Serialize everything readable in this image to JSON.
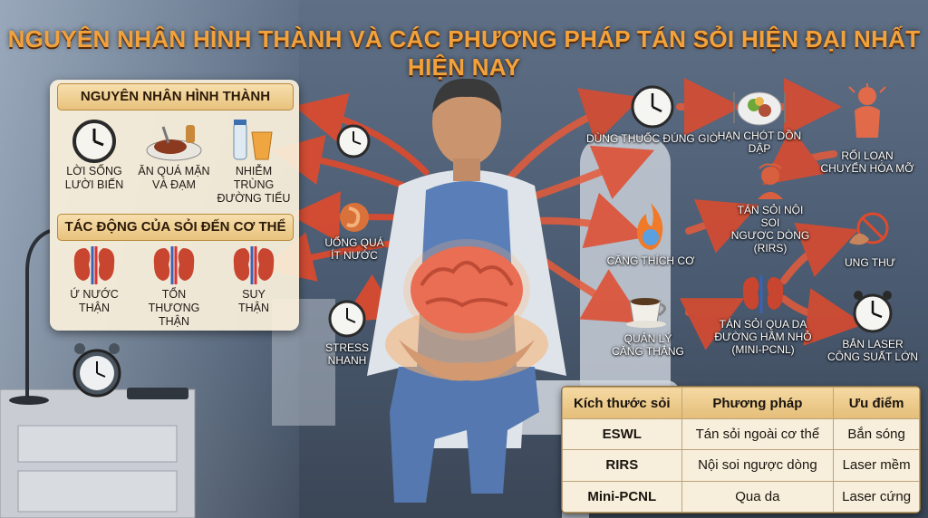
{
  "title": "NGUYÊN NHÂN HÌNH THÀNH VÀ CÁC PHƯƠNG PHÁP TÁN SỎI HIỆN ĐẠI NHẤT HIỆN NAY",
  "causes": {
    "heading": "NGUYÊN NHÂN HÌNH THÀNH",
    "items": [
      {
        "line1": "LỜI SỐNG",
        "line2": "LƯỜI BIẾN",
        "icon": "clock-icon"
      },
      {
        "line1": "ĂN QUÁ MẶN",
        "line2": "VÀ ĐẠM",
        "icon": "meat-plate-icon"
      },
      {
        "line1": "NHIỄM TRÙNG",
        "line2": "ĐƯỜNG TIỂU",
        "icon": "drinks-icon"
      }
    ]
  },
  "effects": {
    "heading": "TÁC ĐỘNG CỦA SỎI ĐẾN CƠ THỂ",
    "items": [
      {
        "line1": "Ứ NƯỚC",
        "line2": "THẬN",
        "icon": "kidney-icon"
      },
      {
        "line1": "TỔN THƯƠNG",
        "line2": "THẬN",
        "icon": "kidney-icon"
      },
      {
        "line1": "SUY",
        "line2": "THẬN",
        "icon": "kidney-icon"
      }
    ]
  },
  "nodes": {
    "uong_qua": {
      "line1": "UỐNG QUÁ",
      "line2": "ÍT NƯỚC"
    },
    "stress": {
      "line1": "STRESS",
      "line2": "NHANH"
    },
    "dung_thuoc": {
      "label": "DÙNG THUỐC ĐÚNG GIỜ"
    },
    "han_chot": {
      "label": "HẠN CHÓT DỒN DẬP"
    },
    "roi_loan": {
      "line1": "RỐI LOẠN",
      "line2": "CHUYỂN HÓA MỠ"
    },
    "tan_soi_noi_soi": {
      "line1": "TÁN SỎI NỘI SOI",
      "line2": "NGƯỢC DÒNG",
      "line3": "(RIRS)"
    },
    "cang_thich": {
      "label": "CĂNG THÍCH CƠ"
    },
    "ung_thu": {
      "label": "UNG THƯ"
    },
    "quan_ly": {
      "line1": "QUẢN LÝ",
      "line2": "CĂNG THẲNG"
    },
    "tan_soi_qua_da": {
      "line1": "TÁN SỎI QUA DA",
      "line2": "ĐƯỜNG HẦM NHỎ",
      "line3": "(MINI-PCNL)"
    },
    "ban_laser": {
      "line1": "BẮN LASER",
      "line2": "CÔNG SUẤT LỚN"
    }
  },
  "table": {
    "headers": [
      "Kích thước sỏi",
      "Phương pháp",
      "Ưu điểm"
    ],
    "rows": [
      [
        "ESWL",
        "Tán sỏi ngoài cơ thể",
        "Bắn sóng"
      ],
      [
        "RIRS",
        "Nội soi ngược dòng",
        "Laser mềm"
      ],
      [
        "Mini-PCNL",
        "Qua da",
        "Laser cứng"
      ]
    ]
  },
  "colors": {
    "title": "#f3a23b",
    "arrow": "#d8432a",
    "panel": "#faf0dc"
  }
}
